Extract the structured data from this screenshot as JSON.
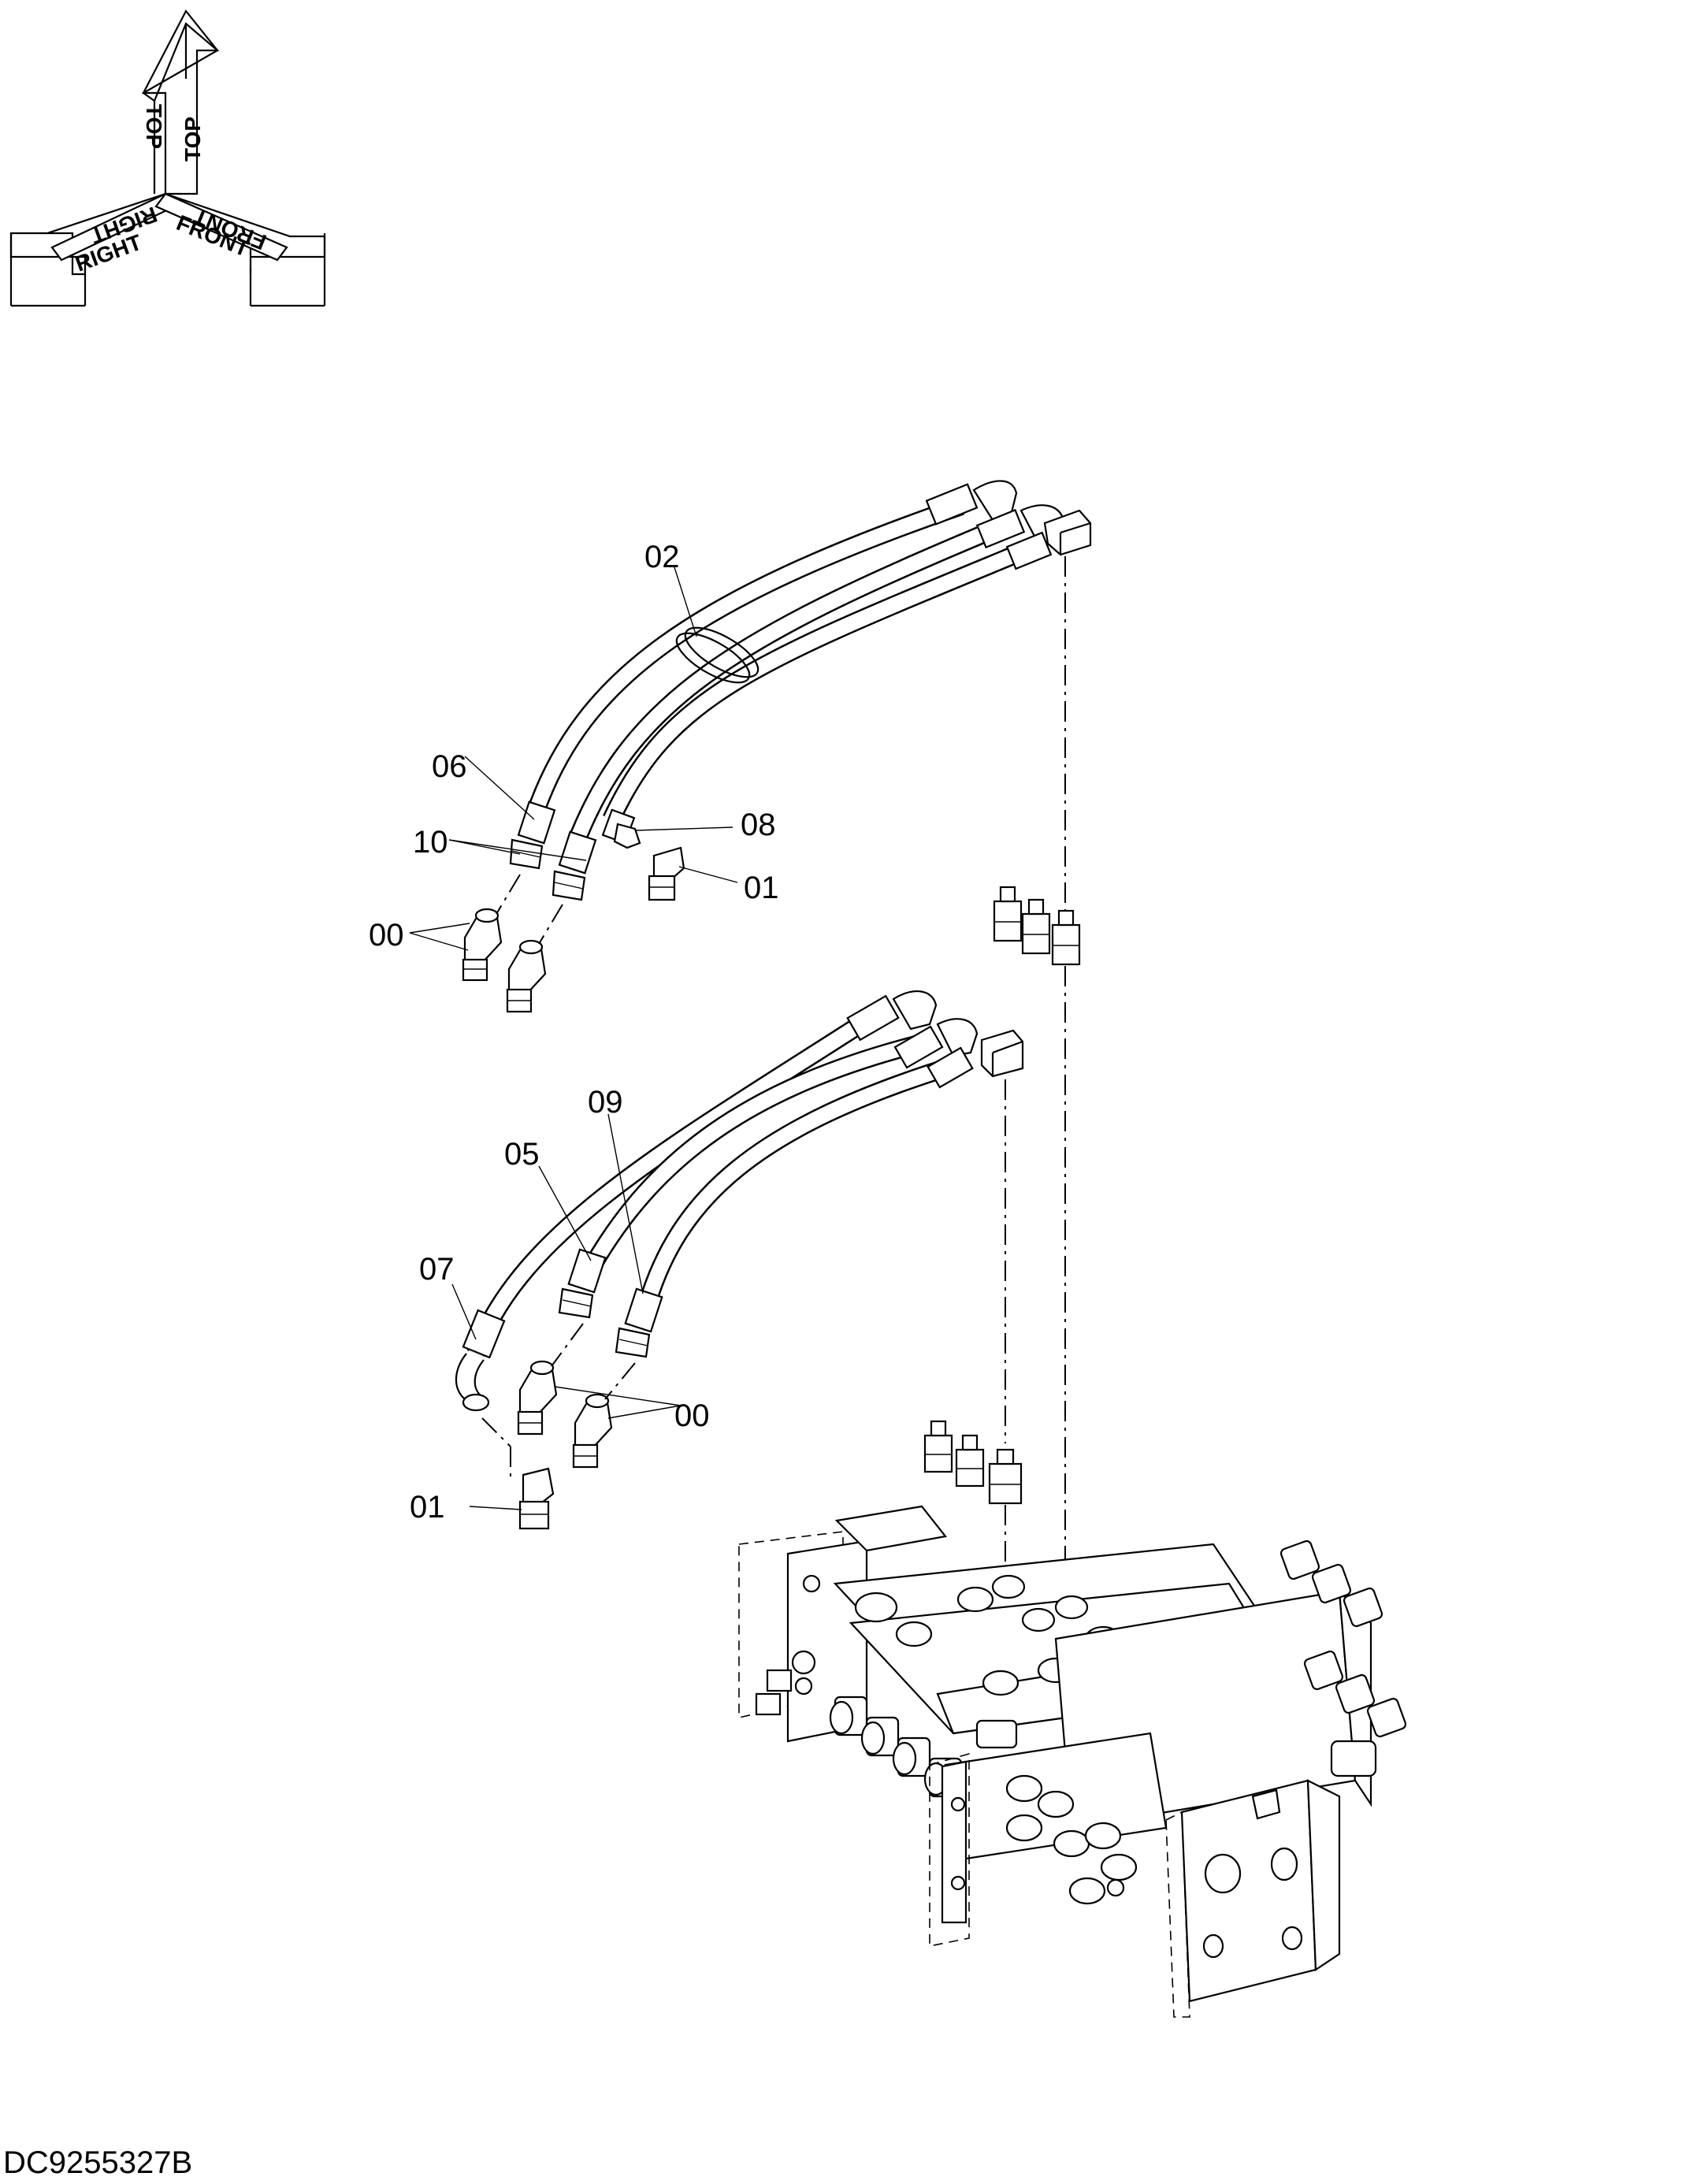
{
  "orientation": {
    "top_label": "TOP",
    "right_label": "RIGHT",
    "front_label": "FRONT"
  },
  "callouts": {
    "c02": "02",
    "c06": "06",
    "c10": "10",
    "c08": "08",
    "c01_upper": "01",
    "c00_upper": "00",
    "c09": "09",
    "c05": "05",
    "c07": "07",
    "c00_lower": "00",
    "c01_lower": "01"
  },
  "document_id": "DC9255327B"
}
